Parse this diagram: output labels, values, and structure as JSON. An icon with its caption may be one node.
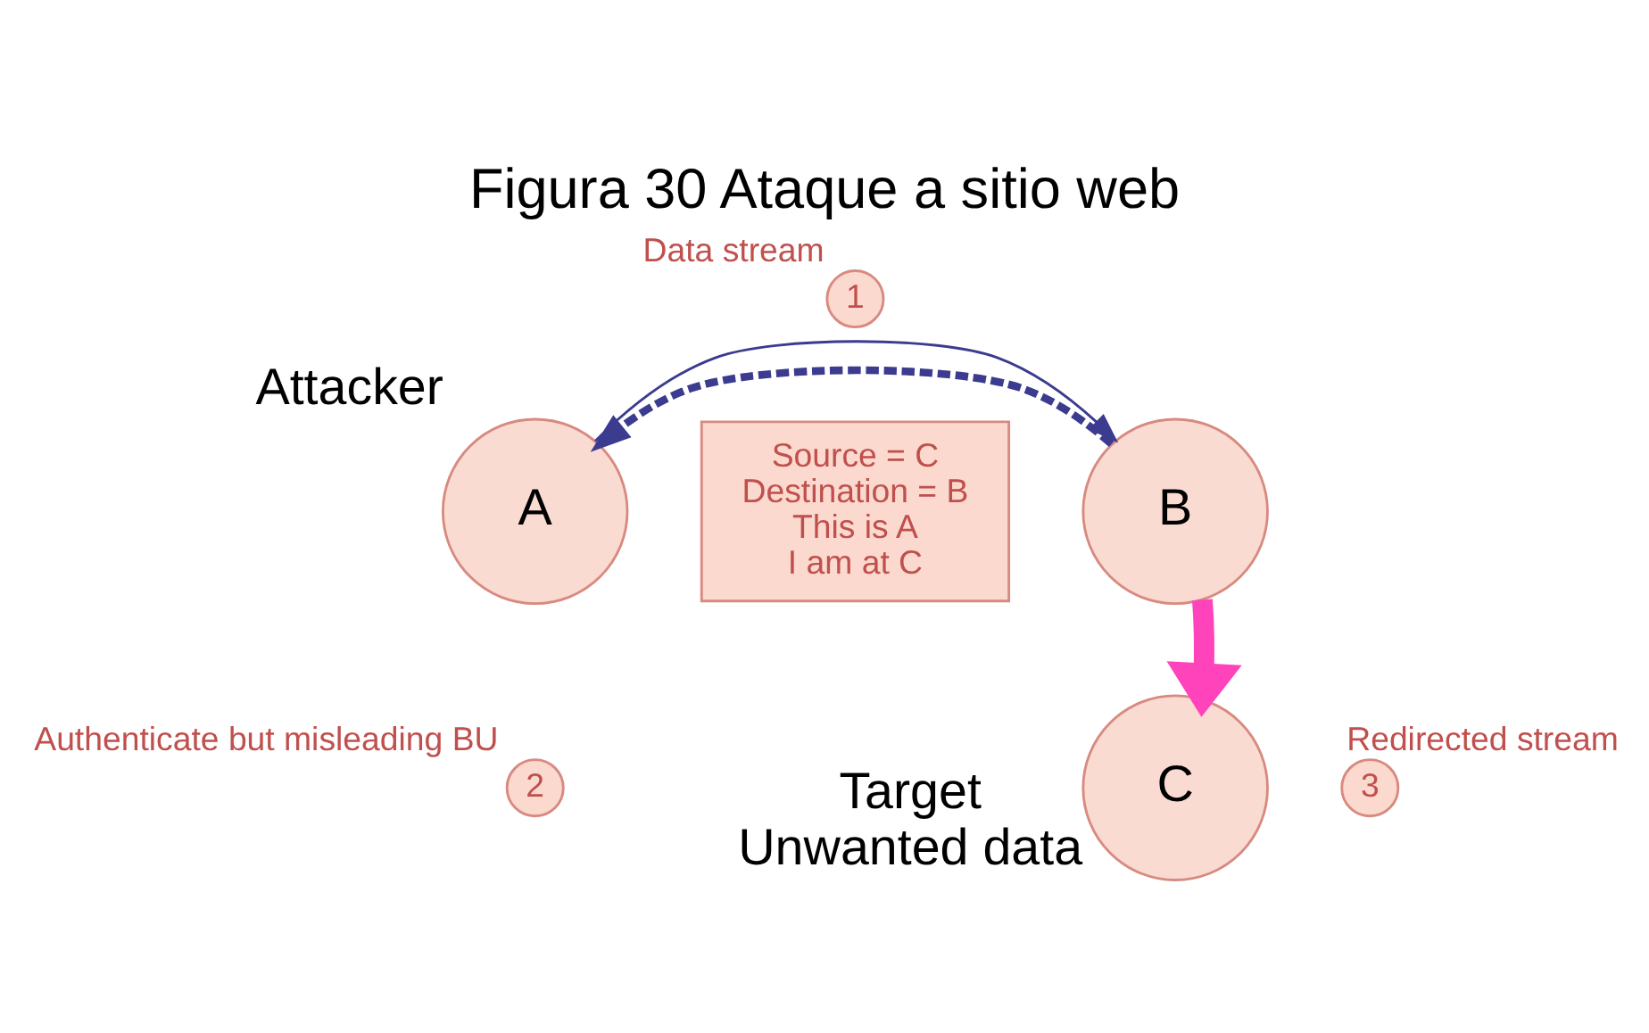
{
  "diagram": {
    "title": "Figura 30 Ataque a sitio web",
    "nodes": [
      {
        "text": [
          "A"
        ],
        "beside": [
          "Attacker"
        ]
      },
      {
        "text": [
          "B"
        ]
      },
      {
        "text": [
          "C"
        ],
        "beside": [
          "Target",
          "Unwanted data"
        ]
      },
      {
        "text": [
          "Source = C",
          "Destination = B",
          "This is A",
          "I am at C"
        ]
      },
      {
        "text": [
          "1"
        ],
        "beside": [
          "Data stream"
        ]
      },
      {
        "text": [
          "2"
        ],
        "beside": [
          "Authenticate but misleading BU"
        ]
      },
      {
        "text": [
          "3"
        ],
        "beside": [
          "Redirected stream"
        ]
      }
    ],
    "edges": [
      {
        "from": 1,
        "to": 0,
        "arrow": "to",
        "style": "dashed"
      },
      {
        "from": 0,
        "to": 1,
        "arrow": "to"
      },
      {
        "from": 1,
        "to": 2,
        "arrow": "to",
        "style": "thick",
        "color": "#ff44bb"
      }
    ]
  }
}
